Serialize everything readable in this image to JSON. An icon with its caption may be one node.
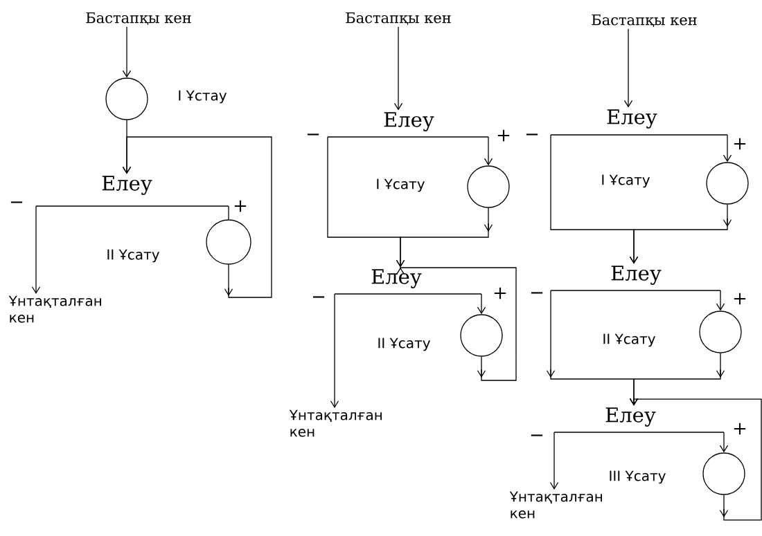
{
  "diagram": {
    "nodes": [
      {
        "text": [
          "Бастапқы кен"
        ]
      },
      {
        "text": [],
        "shape": "circle"
      },
      {
        "text": [
          "Елеу"
        ]
      },
      {
        "text": [],
        "shape": "circle"
      },
      {
        "text": [
          "Ұнтақталған кен"
        ]
      },
      {
        "text": [
          "Бастапқы кен"
        ]
      },
      {
        "text": [
          "Елеу"
        ]
      },
      {
        "text": [],
        "shape": "circle"
      },
      {
        "text": [
          "Елеу"
        ]
      },
      {
        "text": [],
        "shape": "circle"
      },
      {
        "text": [
          "Ұнтақталған кен"
        ]
      },
      {
        "text": [
          "Бастапқы кен"
        ]
      },
      {
        "text": [
          "Елеу"
        ]
      },
      {
        "text": [],
        "shape": "circle"
      },
      {
        "text": [
          "Елеу"
        ]
      },
      {
        "text": [],
        "shape": "circle"
      },
      {
        "text": [
          "Елеу"
        ]
      },
      {
        "text": [],
        "shape": "circle"
      },
      {
        "text": [
          "Ұнтақталған кен"
        ]
      }
    ],
    "edges": [
      {
        "from": 0,
        "to": 1,
        "arrow": "to"
      },
      {
        "from": 1,
        "to": 2,
        "arrow": "to"
      },
      {
        "from": 2,
        "to": 3,
        "arrow": "none",
        "label": "+"
      },
      {
        "from": 2,
        "to": 4,
        "arrow": "to",
        "label": "−"
      },
      {
        "from": 3,
        "to": 2,
        "arrow": "to"
      },
      {
        "from": 5,
        "to": 6,
        "arrow": "to"
      },
      {
        "from": 6,
        "to": 7,
        "arrow": "to",
        "label": "+"
      },
      {
        "from": 6,
        "to": 8,
        "arrow": "to",
        "label": "−"
      },
      {
        "from": 7,
        "to": 8,
        "arrow": "to"
      },
      {
        "from": 8,
        "to": 9,
        "arrow": "to",
        "label": "+"
      },
      {
        "from": 8,
        "to": 10,
        "arrow": "to",
        "label": "−"
      },
      {
        "from": 9,
        "to": 8,
        "arrow": "to"
      },
      {
        "from": 11,
        "to": 12,
        "arrow": "to"
      },
      {
        "from": 12,
        "to": 13,
        "arrow": "to",
        "label": "+"
      },
      {
        "from": 12,
        "to": 14,
        "arrow": "to",
        "label": "−"
      },
      {
        "from": 13,
        "to": 14,
        "arrow": "to"
      },
      {
        "from": 14,
        "to": 15,
        "arrow": "to",
        "label": "+"
      },
      {
        "from": 14,
        "to": 16,
        "arrow": "to",
        "label": "−"
      },
      {
        "from": 15,
        "to": 16,
        "arrow": "to"
      },
      {
        "from": 16,
        "to": 17,
        "arrow": "to",
        "label": "+"
      },
      {
        "from": 16,
        "to": 18,
        "arrow": "to",
        "label": "−"
      },
      {
        "from": 17,
        "to": 16,
        "arrow": "to"
      }
    ],
    "labels": [
      "I Ұстау",
      "II Ұсату",
      "I Ұсату",
      "II Ұсату",
      "I Ұсату",
      "II Ұсату",
      "III Ұсату"
    ]
  }
}
